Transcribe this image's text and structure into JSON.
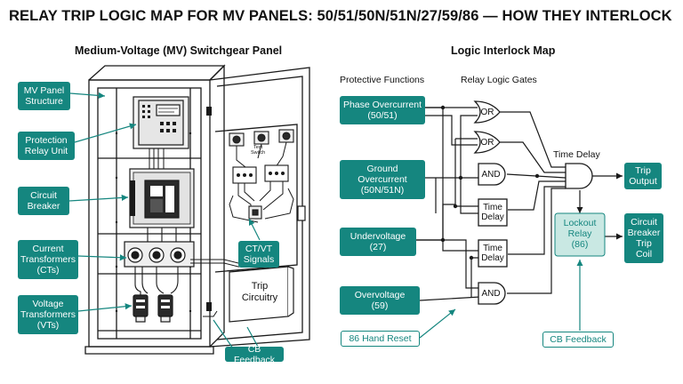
{
  "title": "RELAY TRIP LOGIC MAP FOR MV PANELS: 50/51/50N/51N/27/59/86 — HOW THEY INTERLOCK",
  "colors": {
    "accent": "#15867f",
    "lockout_fill": "#c9e8e3",
    "line": "#1a1a1a"
  },
  "left": {
    "heading": "Medium-Voltage (MV) Switchgear Panel",
    "callouts": {
      "structure": "MV Panel\nStructure",
      "relay": "Protection\nRelay Unit",
      "breaker": "Circuit\nBreaker",
      "cts": "Current\nTransformers\n(CTs)",
      "vts": "Voltage\nTransformers\n(VTs)",
      "ctvt": "CT/VT\nSignals",
      "feedback": "CB Feedback"
    },
    "door": {
      "test_label": "Test\nSwitch",
      "trip_label": "Trip\nCircuitry"
    }
  },
  "right": {
    "heading": "Logic Interlock Map",
    "col_functions": "Protective Functions",
    "col_gates": "Relay Logic Gates",
    "functions": {
      "phase": "Phase Overcurrent\n(50/51)",
      "ground": "Ground\nOvercurrent\n(50N/51N)",
      "under": "Undervoltage\n(27)",
      "over": "Overvoltage\n(59)",
      "reset": "86 Hand Reset"
    },
    "gates": {
      "or": "OR",
      "and": "AND",
      "time_delay": "Time\nDelay"
    },
    "time_delay_label": "Time Delay",
    "lockout": "Lockout\nRelay\n(86)",
    "trip_output": "Trip\nOutput",
    "cb_trip_coil": "Circuit\nBreaker\nTrip\nCoil",
    "cb_feedback": "CB Feedback"
  }
}
